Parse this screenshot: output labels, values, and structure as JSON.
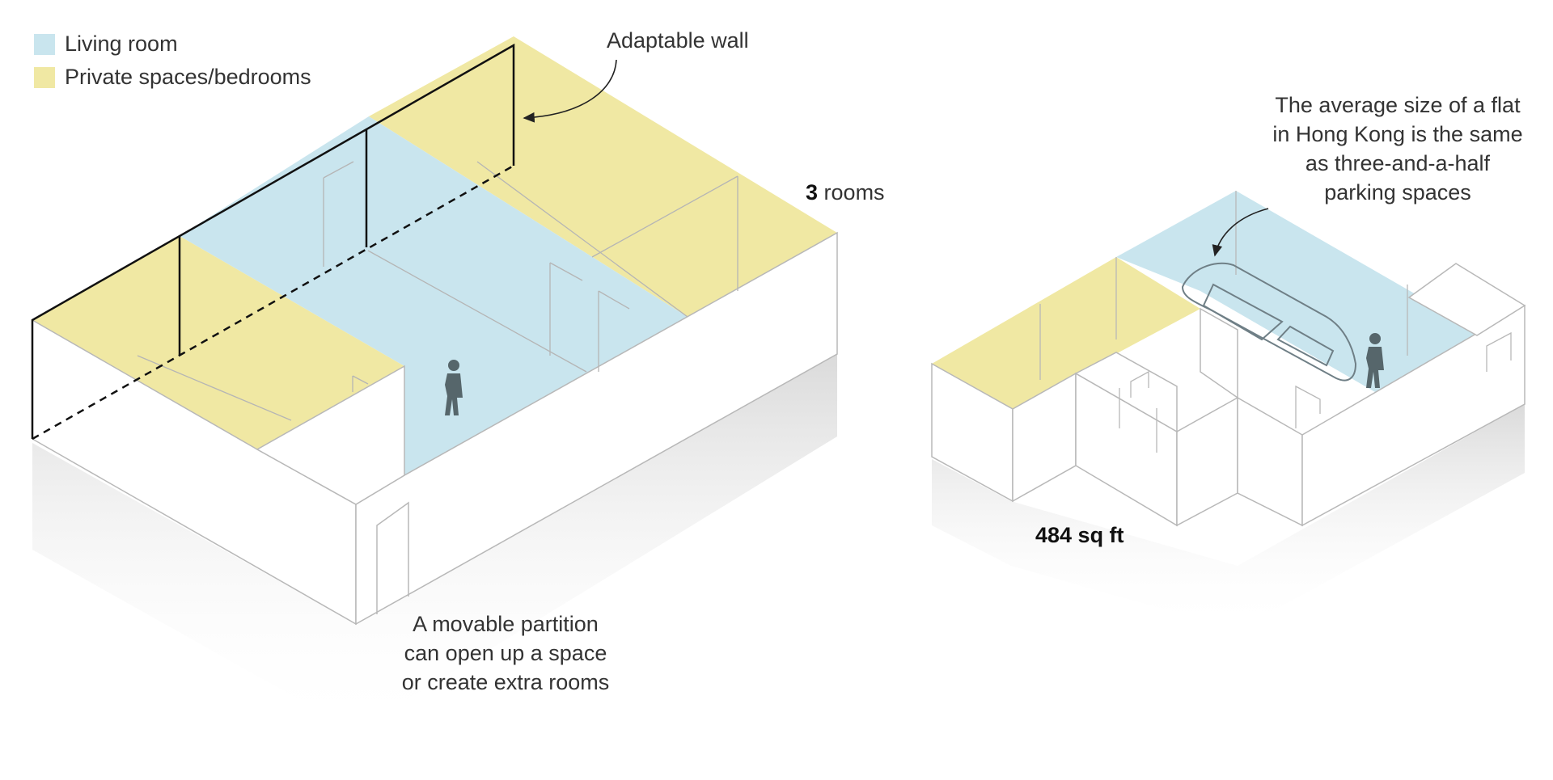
{
  "legend": [
    {
      "label": "Living room",
      "color": "#c9e5ee"
    },
    {
      "label": "Private spaces/bedrooms",
      "color": "#f0e8a3"
    }
  ],
  "annotations": {
    "adaptable_wall": "Adaptable wall",
    "rooms_count": "3",
    "rooms_word": "rooms",
    "partition_line1": "A movable partition",
    "partition_line2": "can open up a space",
    "partition_line3": "or create extra rooms",
    "flat_size": "484 sq ft",
    "comparison_line1": "The average size of a flat",
    "comparison_line2": "in Hong Kong is the same",
    "comparison_line3": "as three-and-a-half",
    "comparison_line4": "parking spaces"
  },
  "colors": {
    "living": "#c9e5ee",
    "private": "#f0e8a3",
    "wall_line": "#b8b8b8",
    "person": "#56666b"
  }
}
